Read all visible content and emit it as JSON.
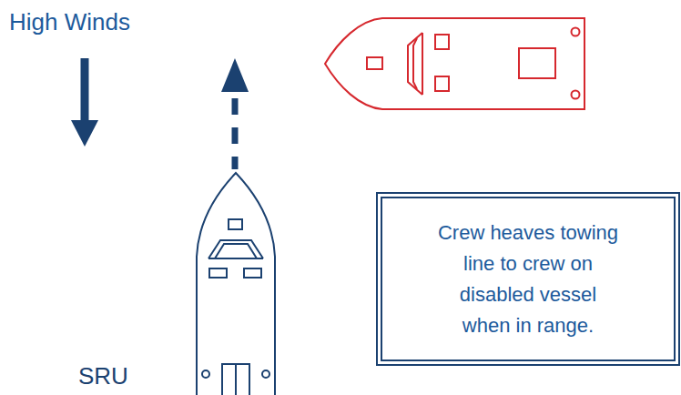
{
  "diagram": {
    "nodes": [
      {
        "text": [
          "Crew heaves towing line to crew on disabled vessel when in range."
        ]
      }
    ],
    "labels": [
      "High Winds",
      "SRU"
    ]
  }
}
